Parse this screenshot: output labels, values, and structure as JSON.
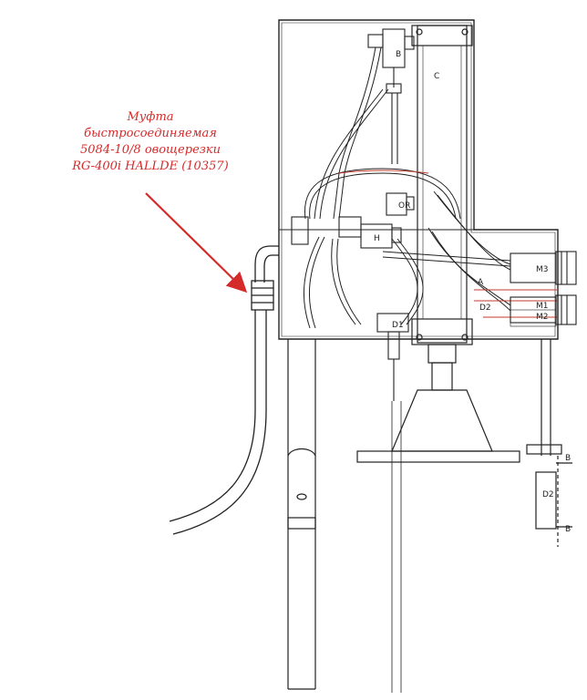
{
  "annotation": {
    "lines": [
      "Муфта",
      "быстросоединяемая",
      "5084-10/8 овощерезки",
      "RG-400i HALLDE (10357)"
    ],
    "color": "#d42a2a"
  },
  "labels": {
    "b_top": "B",
    "c": "C",
    "or": "OR",
    "h": "H",
    "d1": "D1",
    "m3": "M3",
    "a": "A",
    "d2_right": "D2",
    "m1": "M1",
    "m2": "M2",
    "b_side_top": "B",
    "d2_side": "D2",
    "b_side_bottom": "B"
  },
  "colors": {
    "line": "#222222",
    "accent": "#c0392b"
  }
}
